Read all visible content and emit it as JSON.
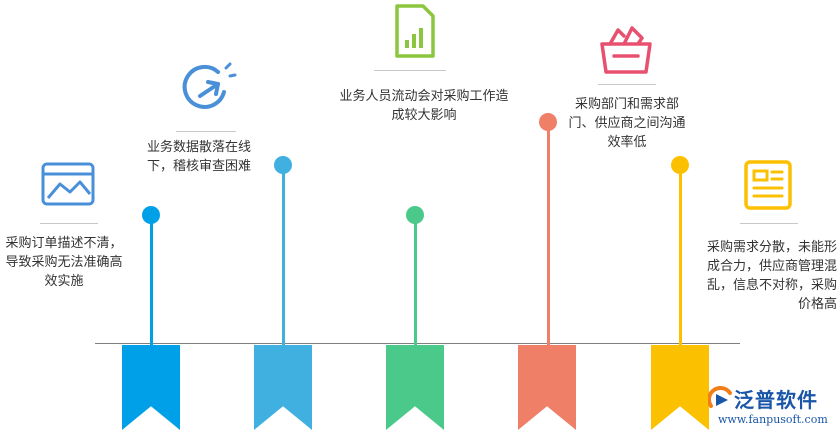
{
  "items": [
    {
      "text": "采购订单描述不清，导致采购无法准确高效实施",
      "color": "#00a0e9",
      "icon": "image-card-icon"
    },
    {
      "text": "业务数据散落在线下，稽核审查困难",
      "color": "#3fb0e0",
      "icon": "refresh-arrow-icon"
    },
    {
      "text": "业务人员流动会对采购工作造成较大影响",
      "color": "#4bc98a",
      "icon": "document-chart-icon"
    },
    {
      "text": "采购部门和需求部门、供应商之间沟通效率低",
      "color": "#f07f68",
      "icon": "shopping-basket-icon"
    },
    {
      "text": "采购需求分散，未能形成合力，供应商管理混乱，信息不对称，采购价格高",
      "color": "#fbc000",
      "icon": "document-list-icon"
    }
  ],
  "logo": {
    "name": "泛普软件",
    "url": "www.fanpusoft.com",
    "color": "#1a56a8"
  }
}
